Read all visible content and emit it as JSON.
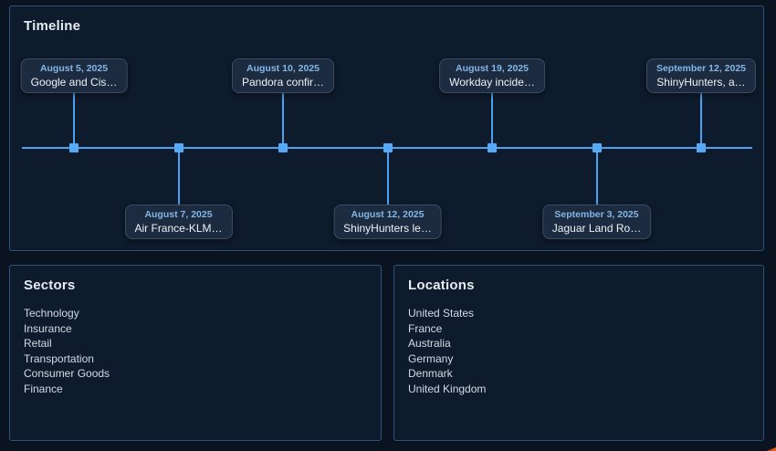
{
  "timeline": {
    "title": "Timeline",
    "events": [
      {
        "date": "August 5, 2025",
        "label": "Google and Cis…",
        "side": "above"
      },
      {
        "date": "August 7, 2025",
        "label": "Air France-KLM…",
        "side": "below"
      },
      {
        "date": "August 10, 2025",
        "label": "Pandora confir…",
        "side": "above"
      },
      {
        "date": "August 12, 2025",
        "label": "ShinyHunters le…",
        "side": "below"
      },
      {
        "date": "August 19, 2025",
        "label": "Workday incide…",
        "side": "above"
      },
      {
        "date": "September 3, 2025",
        "label": "Jaguar Land Ro…",
        "side": "below"
      },
      {
        "date": "September 12, 2025",
        "label": "ShinyHunters, a…",
        "side": "above"
      }
    ]
  },
  "sectors": {
    "title": "Sectors",
    "items": [
      "Technology",
      "Insurance",
      "Retail",
      "Transportation",
      "Consumer Goods",
      "Finance"
    ]
  },
  "locations": {
    "title": "Locations",
    "items": [
      "United States",
      "France",
      "Australia",
      "Germany",
      "Denmark",
      "United Kingdom"
    ]
  },
  "colors": {
    "page_bg": "#0a1421",
    "panel_bg": "#0e1b2c",
    "panel_border": "#315179",
    "accent_blue": "#4aa2f0",
    "marker_blue": "#55a9f5",
    "date_text": "#83b6e5",
    "card_bg": "#1d2b40",
    "orange_fragment": "#ef6119"
  }
}
